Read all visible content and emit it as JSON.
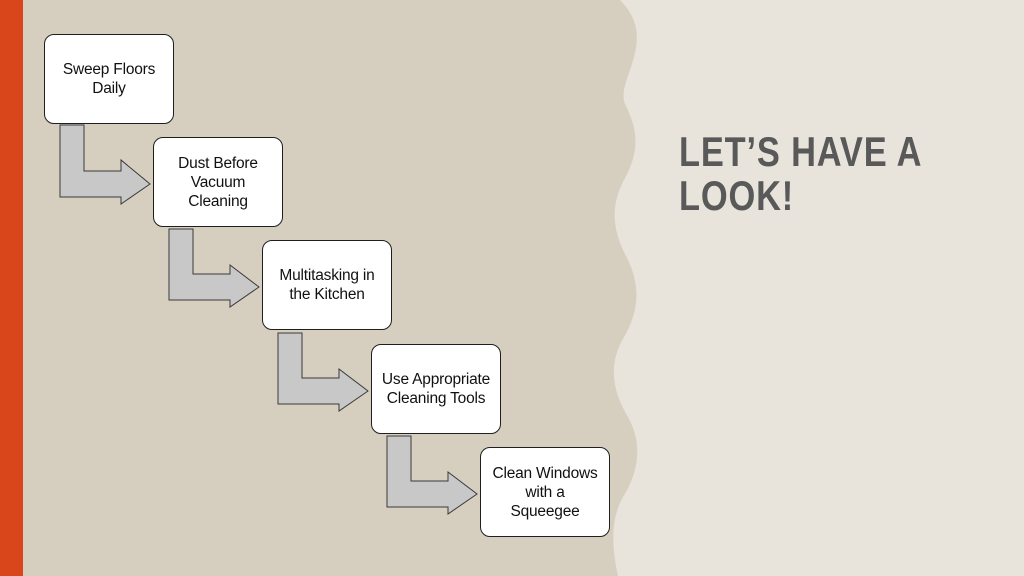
{
  "colors": {
    "background": "#d6cfc0",
    "panel": "#e8e4dc",
    "accent": "#d9461b",
    "title": "#595959",
    "step_fill": "#ffffff",
    "step_border": "#1f1f1f",
    "arrow_fill": "#c8c8c8",
    "arrow_stroke": "#3a3a3a"
  },
  "title": "LET’S HAVE A LOOK!",
  "steps": [
    {
      "label": "Sweep Floors Daily"
    },
    {
      "label": "Dust Before Vacuum Cleaning"
    },
    {
      "label": "Multitasking in the Kitchen"
    },
    {
      "label": "Use Appropriate Cleaning Tools"
    },
    {
      "label": "Clean Windows with a Squeegee"
    }
  ]
}
